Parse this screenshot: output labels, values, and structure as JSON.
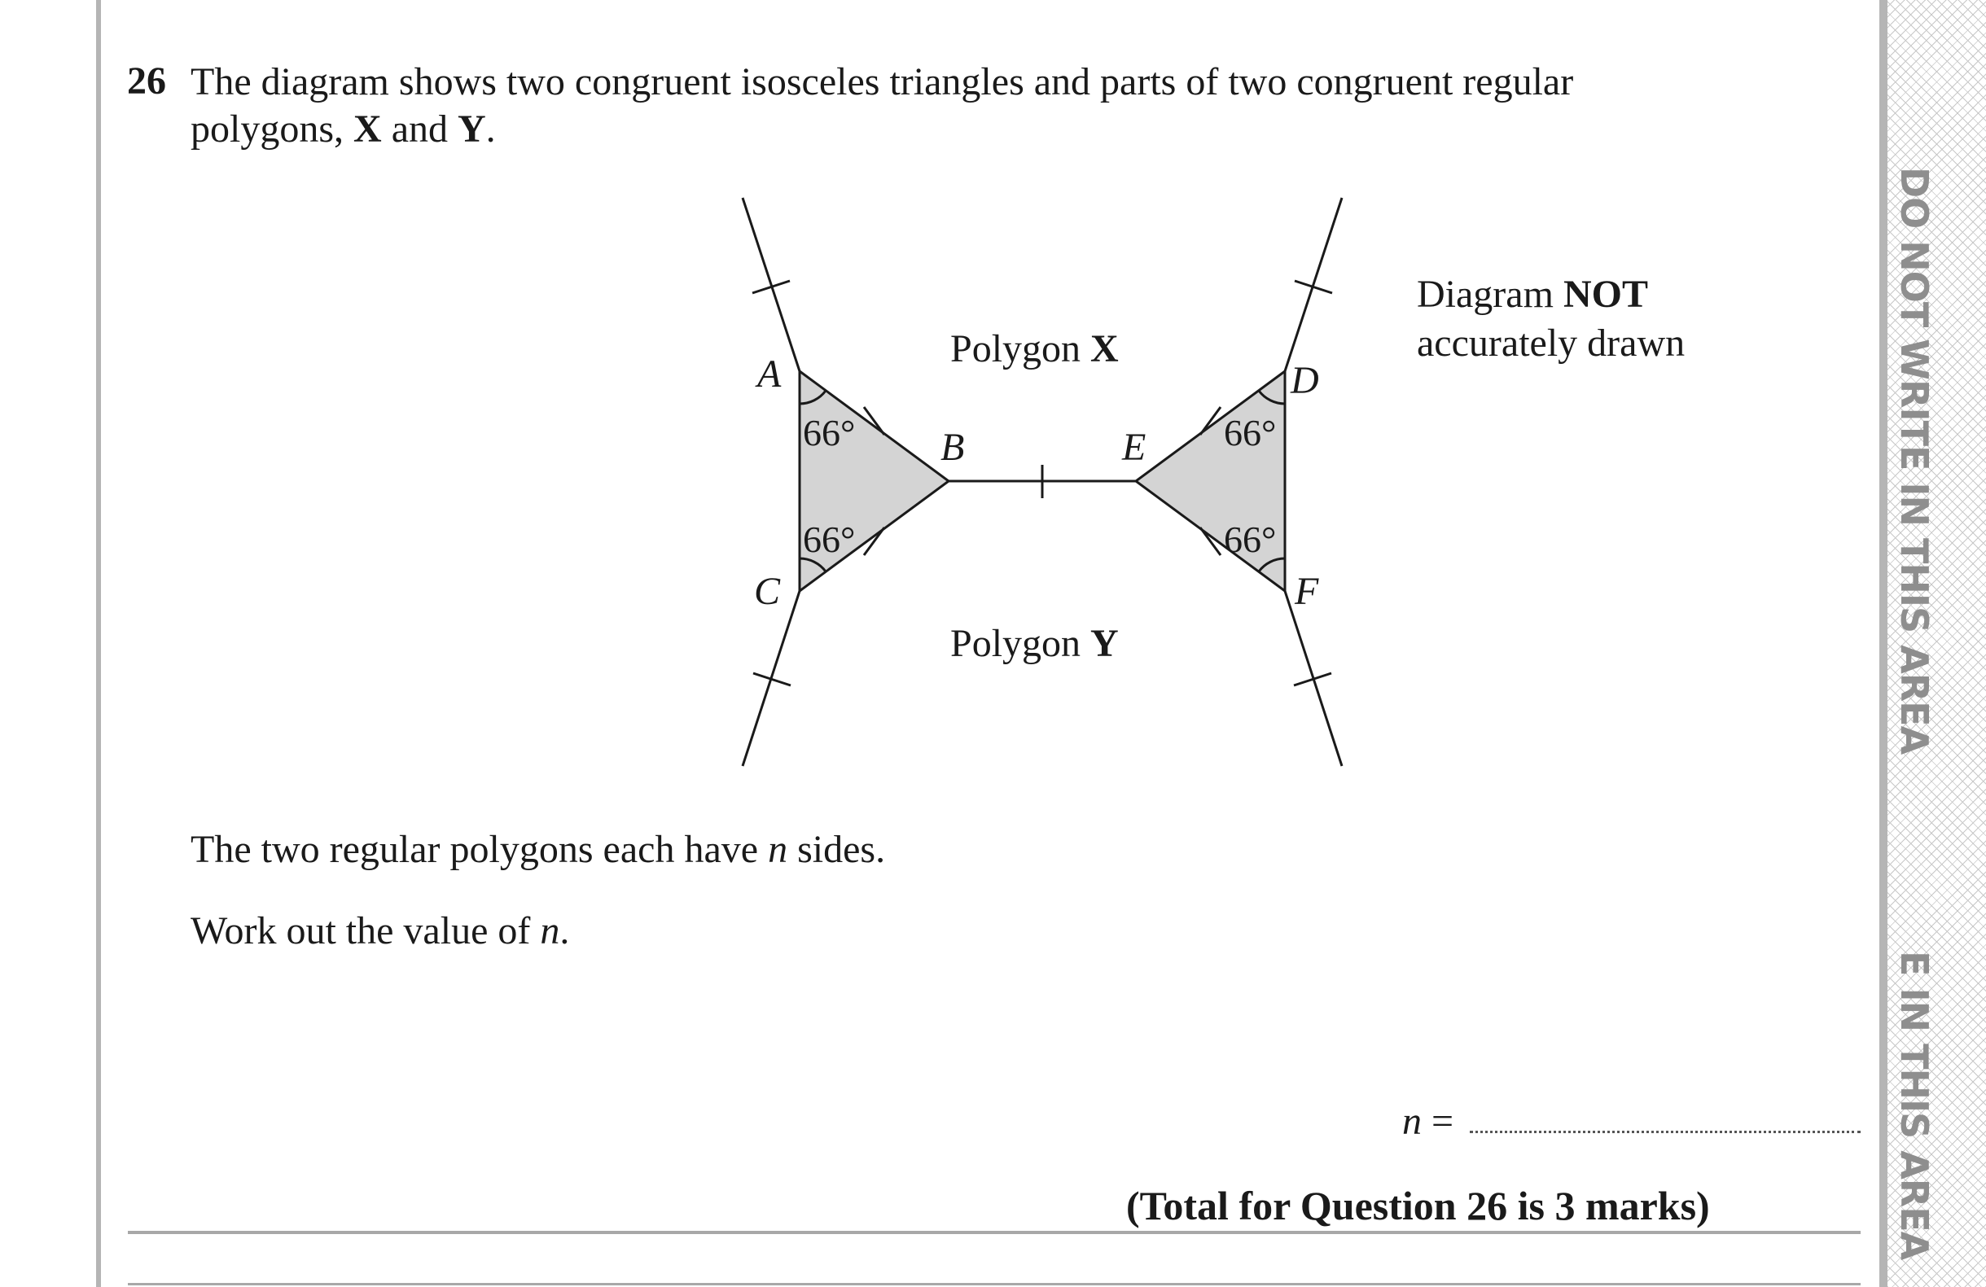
{
  "question": {
    "number": "26",
    "text_line1": "The diagram shows two congruent isosceles triangles and parts of two congruent regular",
    "text_line2_a": "polygons, ",
    "polygon_x": "X",
    "and": " and ",
    "polygon_y": "Y",
    "period": "."
  },
  "diagram": {
    "point_labels": {
      "A": "A",
      "B": "B",
      "C": "C",
      "D": "D",
      "E": "E",
      "F": "F"
    },
    "angle_labels": [
      "66°",
      "66°",
      "66°",
      "66°"
    ],
    "polygon_x_prefix": "Polygon ",
    "polygon_x_letter": "X",
    "polygon_y_prefix": "Polygon ",
    "polygon_y_letter": "Y",
    "note_line1_a": "Diagram ",
    "note_line1_b": "NOT",
    "note_line2": "accurately drawn",
    "triangle_fill": "#d4d4d4"
  },
  "body": {
    "line1_a": "The two regular polygons each have ",
    "line1_var": "n",
    "line1_b": " sides.",
    "line2_a": "Work out the value of ",
    "line2_var": "n",
    "line2_b": "."
  },
  "answer": {
    "var": "n",
    "equals": " ="
  },
  "total": "(Total for Question 26 is 3 marks)",
  "margin": {
    "text_top": "DO NOT WRITE IN THIS AREA",
    "text_bottom": "E IN THIS AREA"
  }
}
